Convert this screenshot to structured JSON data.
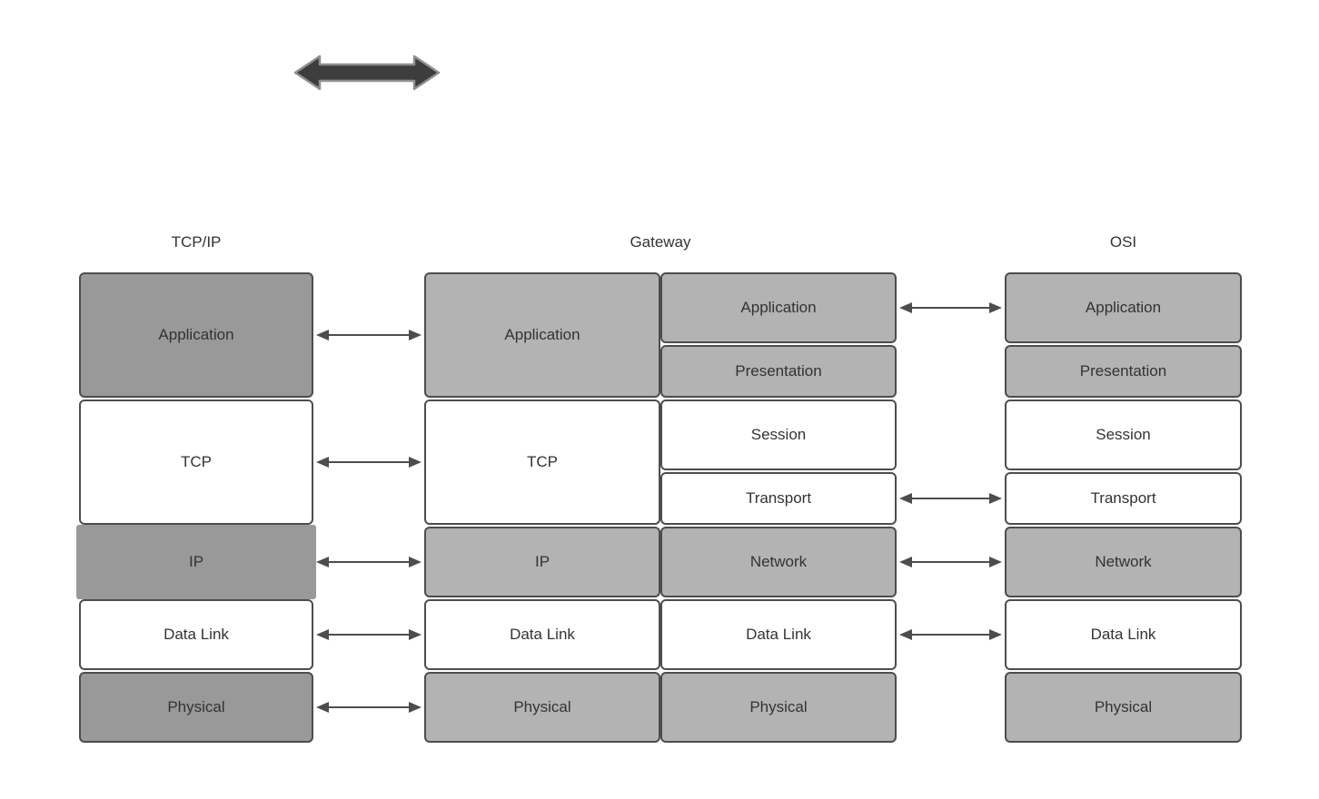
{
  "columns": {
    "tcpip": {
      "header": "TCP/IP",
      "rows": [
        {
          "label": "Application",
          "tone": "dark"
        },
        {
          "label": "TCP",
          "tone": "white"
        },
        {
          "label": "IP",
          "tone": "dark"
        },
        {
          "label": "Data Link",
          "tone": "white"
        },
        {
          "label": "Physical",
          "tone": "dark"
        }
      ]
    },
    "gateway": {
      "header": "Gateway",
      "left_rows": [
        {
          "label": "Application",
          "tone": "light"
        },
        {
          "label": "TCP",
          "tone": "white"
        },
        {
          "label": "IP",
          "tone": "light"
        },
        {
          "label": "Data Link",
          "tone": "white"
        },
        {
          "label": "Physical",
          "tone": "light"
        }
      ],
      "right_rows": [
        {
          "label": "Application",
          "tone": "light"
        },
        {
          "label": "Presentation",
          "tone": "light"
        },
        {
          "label": "Session",
          "tone": "white"
        },
        {
          "label": "Transport",
          "tone": "white"
        },
        {
          "label": "Network",
          "tone": "light"
        },
        {
          "label": "Data Link",
          "tone": "white"
        },
        {
          "label": "Physical",
          "tone": "light"
        }
      ]
    },
    "osi": {
      "header": "OSI",
      "rows": [
        {
          "label": "Application",
          "tone": "light"
        },
        {
          "label": "Presentation",
          "tone": "light"
        },
        {
          "label": "Session",
          "tone": "white"
        },
        {
          "label": "Transport",
          "tone": "white"
        },
        {
          "label": "Network",
          "tone": "light"
        },
        {
          "label": "Data Link",
          "tone": "white"
        },
        {
          "label": "Physical",
          "tone": "light"
        }
      ]
    }
  },
  "connections": {
    "tcpip_to_gateway": [
      "Application",
      "TCP",
      "IP",
      "Data Link",
      "Physical"
    ],
    "gateway_to_osi": [
      "Application",
      "Transport",
      "Network",
      "Data Link"
    ]
  },
  "colors": {
    "box_dark": "#999999",
    "box_light": "#b3b3b3",
    "box_white": "#ffffff",
    "border": "#4d4d4d",
    "link_arrow": "#4d4d4d",
    "big_arrow_fill": "#3d3d3d",
    "big_arrow_outline": "#8f8f8f",
    "text": "#333333",
    "background": "#ffffff"
  }
}
